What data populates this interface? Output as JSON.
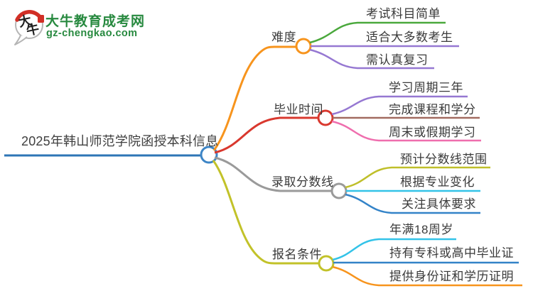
{
  "logo": {
    "bubble_char_top": "大",
    "bubble_char_bottom": "牛",
    "site_name": "大牛教育成考网",
    "site_url": "gz-chengkao.com",
    "brand_green": "#27893f",
    "seal_red": "#d12f26",
    "bubble_outline": "#b5b5b5"
  },
  "root": {
    "label": "2025年韩山师范学院函授本科信息",
    "line_color": "#2e75b6",
    "node_color": "#3d85c6"
  },
  "branches": [
    {
      "label": "难度",
      "color": "#f7941d",
      "children": [
        {
          "label": "考试科目简单",
          "color": "#4aa83c"
        },
        {
          "label": "适合大多数考生",
          "color": "#9678d2"
        },
        {
          "label": "需认真复习",
          "color": "#9678d2"
        }
      ]
    },
    {
      "label": "毕业时间",
      "color": "#d9382e",
      "children": [
        {
          "label": "学习周期三年",
          "color": "#9678d2"
        },
        {
          "label": "完成课程和学分",
          "color": "#a26b60"
        },
        {
          "label": "周末或假期学习",
          "color": "#ef6eae"
        }
      ]
    },
    {
      "label": "录取分数线",
      "color": "#9a9a9a",
      "children": [
        {
          "label": "预计分数线范围",
          "color": "#bfbf2a"
        },
        {
          "label": "根据专业变化",
          "color": "#33c3e8"
        },
        {
          "label": "关注具体要求",
          "color": "#3383c8"
        }
      ]
    },
    {
      "label": "报名条件",
      "color": "#c2c229",
      "children": [
        {
          "label": "年满18周岁",
          "color": "#33c3e8"
        },
        {
          "label": "持有专科或高中毕业证",
          "color": "#3383c8"
        },
        {
          "label": "提供身份证和学历证明",
          "color": "#f7941d"
        }
      ]
    }
  ]
}
